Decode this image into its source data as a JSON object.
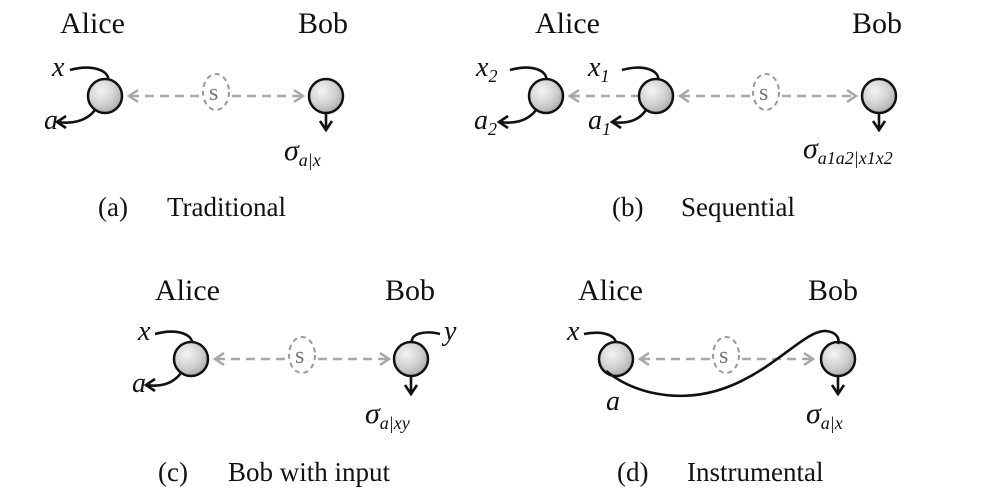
{
  "panels": {
    "a": {
      "alice": "Alice",
      "bob": "Bob",
      "x_in": "x",
      "a_out": "a",
      "source": "s",
      "sigma": "σ",
      "sigma_sub": "a|x",
      "label": "(a)",
      "title": "Traditional"
    },
    "b": {
      "alice": "Alice",
      "bob": "Bob",
      "x2_base": "x",
      "x2_sub": "2",
      "a2_base": "a",
      "a2_sub": "2",
      "x1_base": "x",
      "x1_sub": "1",
      "a1_base": "a",
      "a1_sub": "1",
      "source": "s",
      "sigma": "σ",
      "sigma_sub": "a1a2|x1x2",
      "label": "(b)",
      "title": "Sequential"
    },
    "c": {
      "alice": "Alice",
      "bob": "Bob",
      "x_in": "x",
      "a_out": "a",
      "y_in": "y",
      "source": "s",
      "sigma": "σ",
      "sigma_sub": "a|xy",
      "label": "(c)",
      "title": "Bob with input"
    },
    "d": {
      "alice": "Alice",
      "bob": "Bob",
      "x_in": "x",
      "a_out": "a",
      "source": "s",
      "sigma": "σ",
      "sigma_sub": "a|x",
      "label": "(d)",
      "title": "Instrumental"
    }
  }
}
